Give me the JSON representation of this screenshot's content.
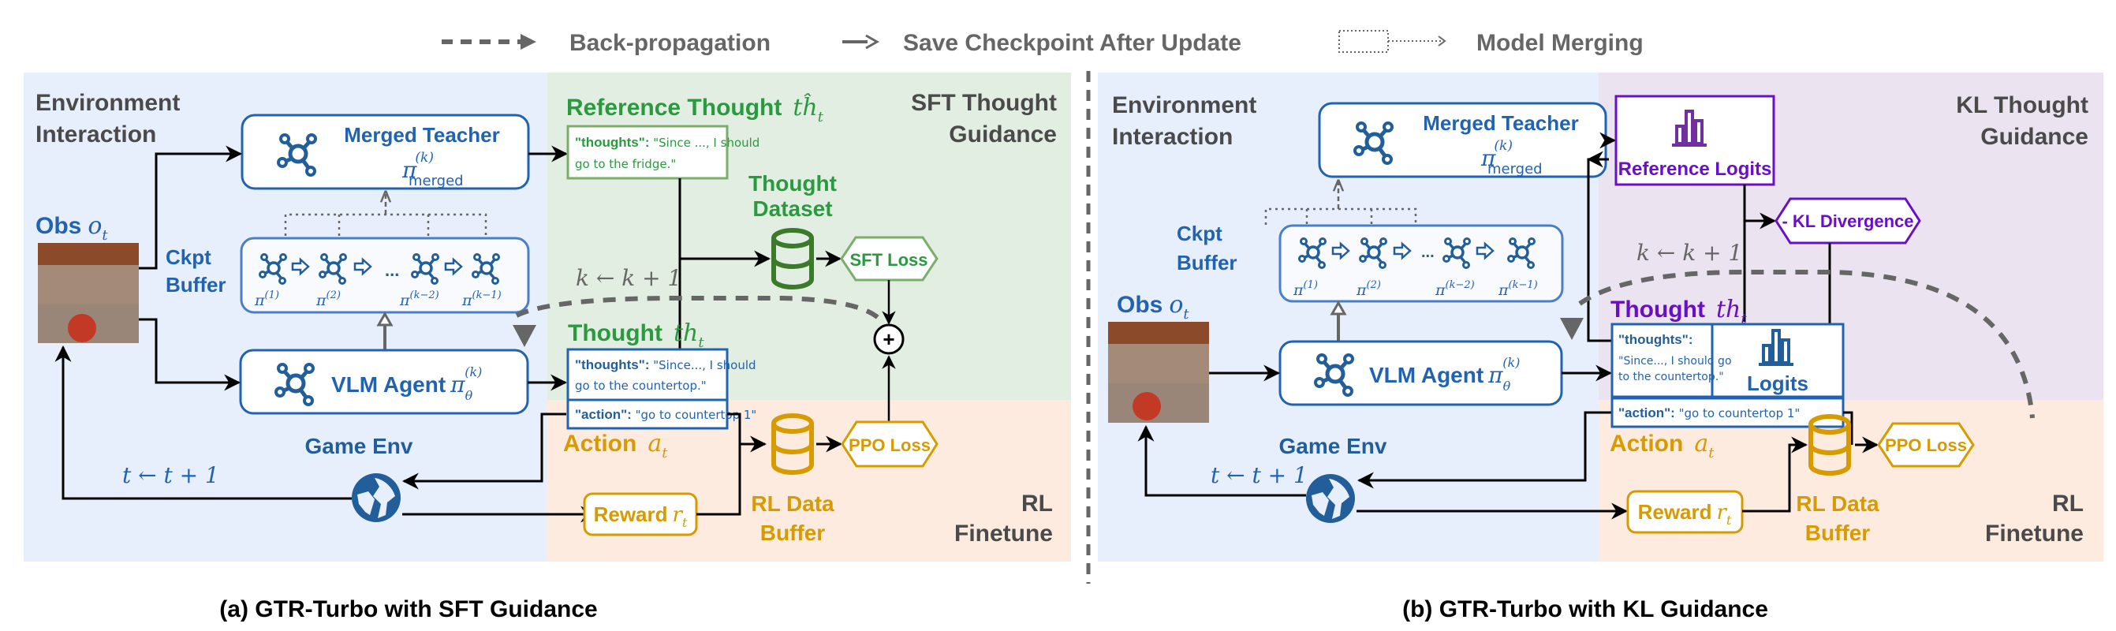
{
  "legend": {
    "backprop": "Back-propagation",
    "save_ckpt": "Save Checkpoint After Update",
    "merging": "Model Merging"
  },
  "colors": {
    "blue": "#2163b0",
    "dark_blue": "#225e99",
    "green": "#2a9a3e",
    "dark_green": "#3a7a2a",
    "orange": "#d79b00",
    "purple": "#6a0fc8",
    "gray_text": "#4a4a4a",
    "env_bg": "#e8effc",
    "sft_bg": "#e3eee3",
    "rl_bg": "#fdebe0",
    "kl_bg": "#ebe4f0"
  },
  "panel_a": {
    "caption": "(a) GTR-Turbo with SFT Guidance",
    "env_title_1": "Environment",
    "env_title_2": "Interaction",
    "obs_label": "Obs",
    "obs_math": "o",
    "obs_sub": "t",
    "merged_teacher": "Merged Teacher",
    "merged_pi": "π",
    "merged_sup": "(k)",
    "merged_sub": "merged",
    "ckpt_1": "Ckpt",
    "ckpt_2": "Buffer",
    "ckpt_items": [
      {
        "pi": "π",
        "sup": "(1)"
      },
      {
        "pi": "π",
        "sup": "(2)"
      },
      {
        "pi": "π",
        "sup": "(k−2)"
      },
      {
        "pi": "π",
        "sup": "(k−1)"
      }
    ],
    "ellipsis": "...",
    "k_update": "k ← k + 1",
    "vlm_agent": "VLM Agent",
    "vlm_pi": "π",
    "vlm_sub": "θ",
    "vlm_sup": "(k)",
    "game_env": "Game Env",
    "t_update": "t ← t + 1",
    "sft_title_1": "SFT Thought",
    "sft_title_2": "Guidance",
    "ref_thought": "Reference Thought",
    "ref_thought_math": "tĥ",
    "ref_thought_sub": "t",
    "ref_key": "\"thoughts\":",
    "ref_val_1": " \"Since ..., I should",
    "ref_val_2": "go to the fridge.\"",
    "thought_dataset_1": "Thought",
    "thought_dataset_2": "Dataset",
    "sft_loss": "SFT Loss",
    "thought_label": "Thought",
    "thought_math": "th",
    "thought_sub": "t",
    "thoughts_key": "\"thoughts\":",
    "thoughts_val_1": " \"Since..., I should",
    "thoughts_val_2": "go to the countertop.\"",
    "action_key": "\"action\":",
    "action_val": " \"go to countertop 1\"",
    "action_label": "Action",
    "action_math": "a",
    "action_sub": "t",
    "reward": "Reward",
    "reward_math": "r",
    "reward_sub": "t",
    "rl_buffer_1": "RL Data",
    "rl_buffer_2": "Buffer",
    "ppo_loss": "PPO Loss",
    "rl_ft_1": "RL",
    "rl_ft_2": "Finetune",
    "plus": "+"
  },
  "panel_b": {
    "caption": "(b) GTR-Turbo with KL Guidance",
    "env_title_1": "Environment",
    "env_title_2": "Interaction",
    "obs_label": "Obs",
    "obs_math": "o",
    "obs_sub": "t",
    "merged_teacher": "Merged Teacher",
    "merged_pi": "π",
    "merged_sup": "(k)",
    "merged_sub": "merged",
    "ckpt_1": "Ckpt",
    "ckpt_2": "Buffer",
    "ckpt_items": [
      {
        "pi": "π",
        "sup": "(1)"
      },
      {
        "pi": "π",
        "sup": "(2)"
      },
      {
        "pi": "π",
        "sup": "(k−2)"
      },
      {
        "pi": "π",
        "sup": "(k−1)"
      }
    ],
    "ellipsis": "...",
    "k_update": "k ← k + 1",
    "vlm_agent": "VLM Agent",
    "vlm_pi": "π",
    "vlm_sub": "θ",
    "vlm_sup": "(k)",
    "game_env": "Game Env",
    "t_update": "t ← t + 1",
    "kl_title_1": "KL Thought",
    "kl_title_2": "Guidance",
    "ref_logits": "Reference Logits",
    "kl_div": "- KL Divergence",
    "thought_label": "Thought",
    "thought_math": "th",
    "thought_sub": "t",
    "thoughts_key": "\"thoughts\":",
    "thoughts_val_1": "\"Since..., I should go",
    "thoughts_val_2": "to the countertop.\"",
    "logits": "Logits",
    "action_key": "\"action\":",
    "action_val": " \"go to countertop 1\"",
    "action_label": "Action",
    "action_math": "a",
    "action_sub": "t",
    "reward": "Reward",
    "reward_math": "r",
    "reward_sub": "t",
    "rl_buffer_1": "RL Data",
    "rl_buffer_2": "Buffer",
    "ppo_loss": "PPO Loss",
    "rl_ft_1": "RL",
    "rl_ft_2": "Finetune"
  }
}
